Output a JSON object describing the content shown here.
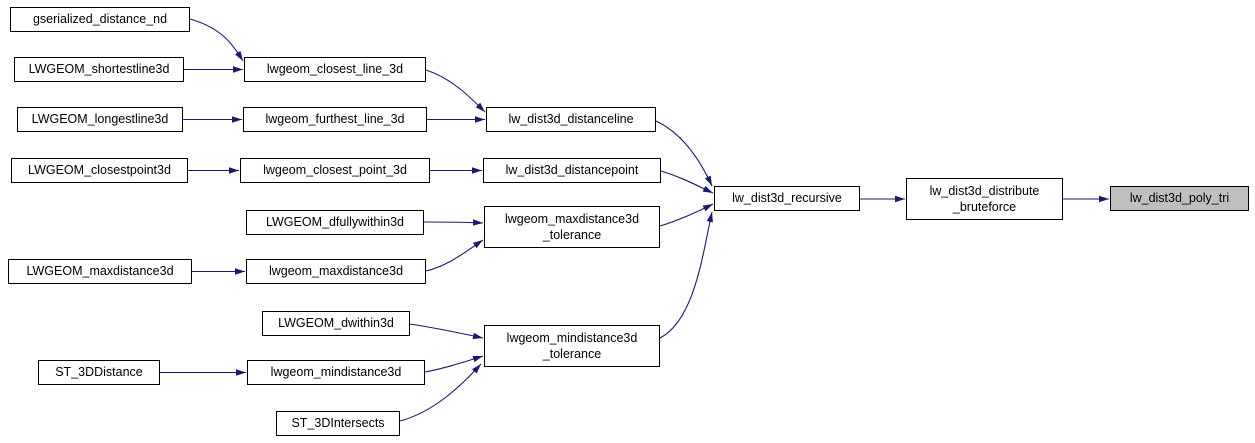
{
  "diagram": {
    "type": "call-graph",
    "node_fill": "#ffffff",
    "node_border": "#000000",
    "highlight_fill": "#bfbfbf",
    "edge_color": "#191970",
    "nodes": [
      {
        "id": "gserialized_distance_nd",
        "label": "gserialized_distance_nd",
        "highlighted": false
      },
      {
        "id": "LWGEOM_shortestline3d",
        "label": "LWGEOM_shortestline3d",
        "highlighted": false
      },
      {
        "id": "LWGEOM_longestline3d",
        "label": "LWGEOM_longestline3d",
        "highlighted": false
      },
      {
        "id": "LWGEOM_closestpoint3d",
        "label": "LWGEOM_closestpoint3d",
        "highlighted": false
      },
      {
        "id": "LWGEOM_dfullywithin3d",
        "label": "LWGEOM_dfullywithin3d",
        "highlighted": false
      },
      {
        "id": "LWGEOM_maxdistance3d",
        "label": "LWGEOM_maxdistance3d",
        "highlighted": false
      },
      {
        "id": "LWGEOM_dwithin3d",
        "label": "LWGEOM_dwithin3d",
        "highlighted": false
      },
      {
        "id": "ST_3DDistance",
        "label": "ST_3DDistance",
        "highlighted": false
      },
      {
        "id": "ST_3DIntersects",
        "label": "ST_3DIntersects",
        "highlighted": false
      },
      {
        "id": "lwgeom_closest_line_3d",
        "label": "lwgeom_closest_line_3d",
        "highlighted": false
      },
      {
        "id": "lwgeom_furthest_line_3d",
        "label": "lwgeom_furthest_line_3d",
        "highlighted": false
      },
      {
        "id": "lwgeom_closest_point_3d",
        "label": "lwgeom_closest_point_3d",
        "highlighted": false
      },
      {
        "id": "lwgeom_maxdistance3d",
        "label": "lwgeom_maxdistance3d",
        "highlighted": false
      },
      {
        "id": "lwgeom_mindistance3d",
        "label": "lwgeom_mindistance3d",
        "highlighted": false
      },
      {
        "id": "lw_dist3d_distanceline",
        "label": "lw_dist3d_distanceline",
        "highlighted": false
      },
      {
        "id": "lw_dist3d_distancepoint",
        "label": "lw_dist3d_distancepoint",
        "highlighted": false
      },
      {
        "id": "lwgeom_maxdistance3d_tolerance",
        "label": "lwgeom_maxdistance3d\n_tolerance",
        "highlighted": false
      },
      {
        "id": "lwgeom_mindistance3d_tolerance",
        "label": "lwgeom_mindistance3d\n_tolerance",
        "highlighted": false
      },
      {
        "id": "lw_dist3d_recursive",
        "label": "lw_dist3d_recursive",
        "highlighted": false
      },
      {
        "id": "lw_dist3d_distribute_bruteforce",
        "label": "lw_dist3d_distribute\n_bruteforce",
        "highlighted": false
      },
      {
        "id": "lw_dist3d_poly_tri",
        "label": "lw_dist3d_poly_tri",
        "highlighted": true
      }
    ],
    "edges": [
      {
        "from": "gserialized_distance_nd",
        "to": "lwgeom_closest_line_3d"
      },
      {
        "from": "LWGEOM_shortestline3d",
        "to": "lwgeom_closest_line_3d"
      },
      {
        "from": "LWGEOM_longestline3d",
        "to": "lwgeom_furthest_line_3d"
      },
      {
        "from": "lwgeom_closest_line_3d",
        "to": "lw_dist3d_distanceline"
      },
      {
        "from": "lwgeom_furthest_line_3d",
        "to": "lw_dist3d_distanceline"
      },
      {
        "from": "LWGEOM_closestpoint3d",
        "to": "lwgeom_closest_point_3d"
      },
      {
        "from": "lwgeom_closest_point_3d",
        "to": "lw_dist3d_distancepoint"
      },
      {
        "from": "LWGEOM_dfullywithin3d",
        "to": "lwgeom_maxdistance3d_tolerance"
      },
      {
        "from": "LWGEOM_maxdistance3d",
        "to": "lwgeom_maxdistance3d"
      },
      {
        "from": "lwgeom_maxdistance3d",
        "to": "lwgeom_maxdistance3d_tolerance"
      },
      {
        "from": "LWGEOM_dwithin3d",
        "to": "lwgeom_mindistance3d_tolerance"
      },
      {
        "from": "ST_3DDistance",
        "to": "lwgeom_mindistance3d"
      },
      {
        "from": "lwgeom_mindistance3d",
        "to": "lwgeom_mindistance3d_tolerance"
      },
      {
        "from": "ST_3DIntersects",
        "to": "lwgeom_mindistance3d_tolerance"
      },
      {
        "from": "lw_dist3d_distanceline",
        "to": "lw_dist3d_recursive"
      },
      {
        "from": "lw_dist3d_distancepoint",
        "to": "lw_dist3d_recursive"
      },
      {
        "from": "lwgeom_maxdistance3d_tolerance",
        "to": "lw_dist3d_recursive"
      },
      {
        "from": "lwgeom_mindistance3d_tolerance",
        "to": "lw_dist3d_recursive"
      },
      {
        "from": "lw_dist3d_recursive",
        "to": "lw_dist3d_distribute_bruteforce"
      },
      {
        "from": "lw_dist3d_distribute_bruteforce",
        "to": "lw_dist3d_poly_tri"
      }
    ]
  }
}
